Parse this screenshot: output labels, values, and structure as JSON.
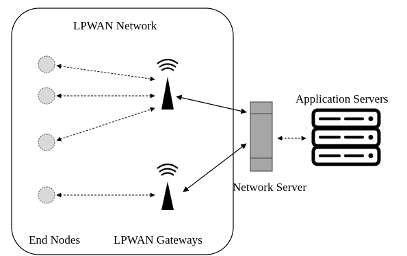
{
  "labels": {
    "network_title": "LPWAN Network",
    "end_nodes": "End Nodes",
    "gateways": "LPWAN Gateways",
    "network_server": "Network Server",
    "application_servers": "Application Servers"
  },
  "colors": {
    "line": "#000000",
    "node_fill": "#d9d9d9",
    "node_stroke": "#666666",
    "server_fill": "#a6a6a6",
    "server_stroke": "#555555"
  },
  "icons": {
    "end_node": "circle-dashed",
    "gateway": "antenna-tower-icon",
    "network_server": "server-rack",
    "application_servers": "server-stack-icon"
  }
}
